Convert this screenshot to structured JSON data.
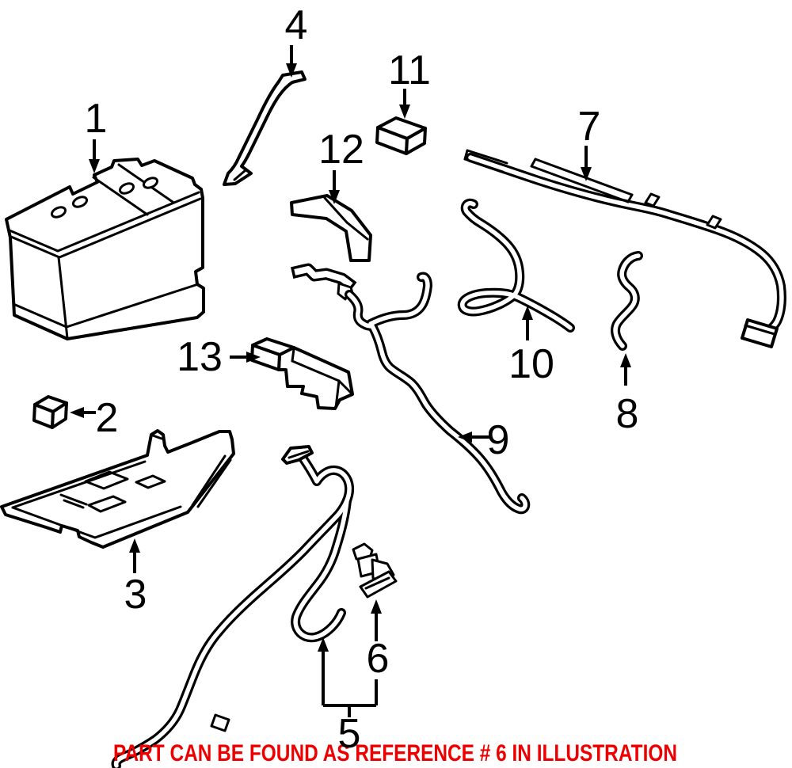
{
  "diagram": {
    "background": "#ffffff",
    "line_color": "#000000",
    "note": {
      "text": "PART CAN BE FOUND AS REFERENCE # 6 IN ILLUSTRATION",
      "color": "#ee0000"
    },
    "callouts": [
      {
        "label": "1"
      },
      {
        "label": "2"
      },
      {
        "label": "3"
      },
      {
        "label": "4"
      },
      {
        "label": "5"
      },
      {
        "label": "6"
      },
      {
        "label": "7"
      },
      {
        "label": "8"
      },
      {
        "label": "9"
      },
      {
        "label": "10"
      },
      {
        "label": "11"
      },
      {
        "label": "12"
      },
      {
        "label": "13"
      }
    ]
  }
}
